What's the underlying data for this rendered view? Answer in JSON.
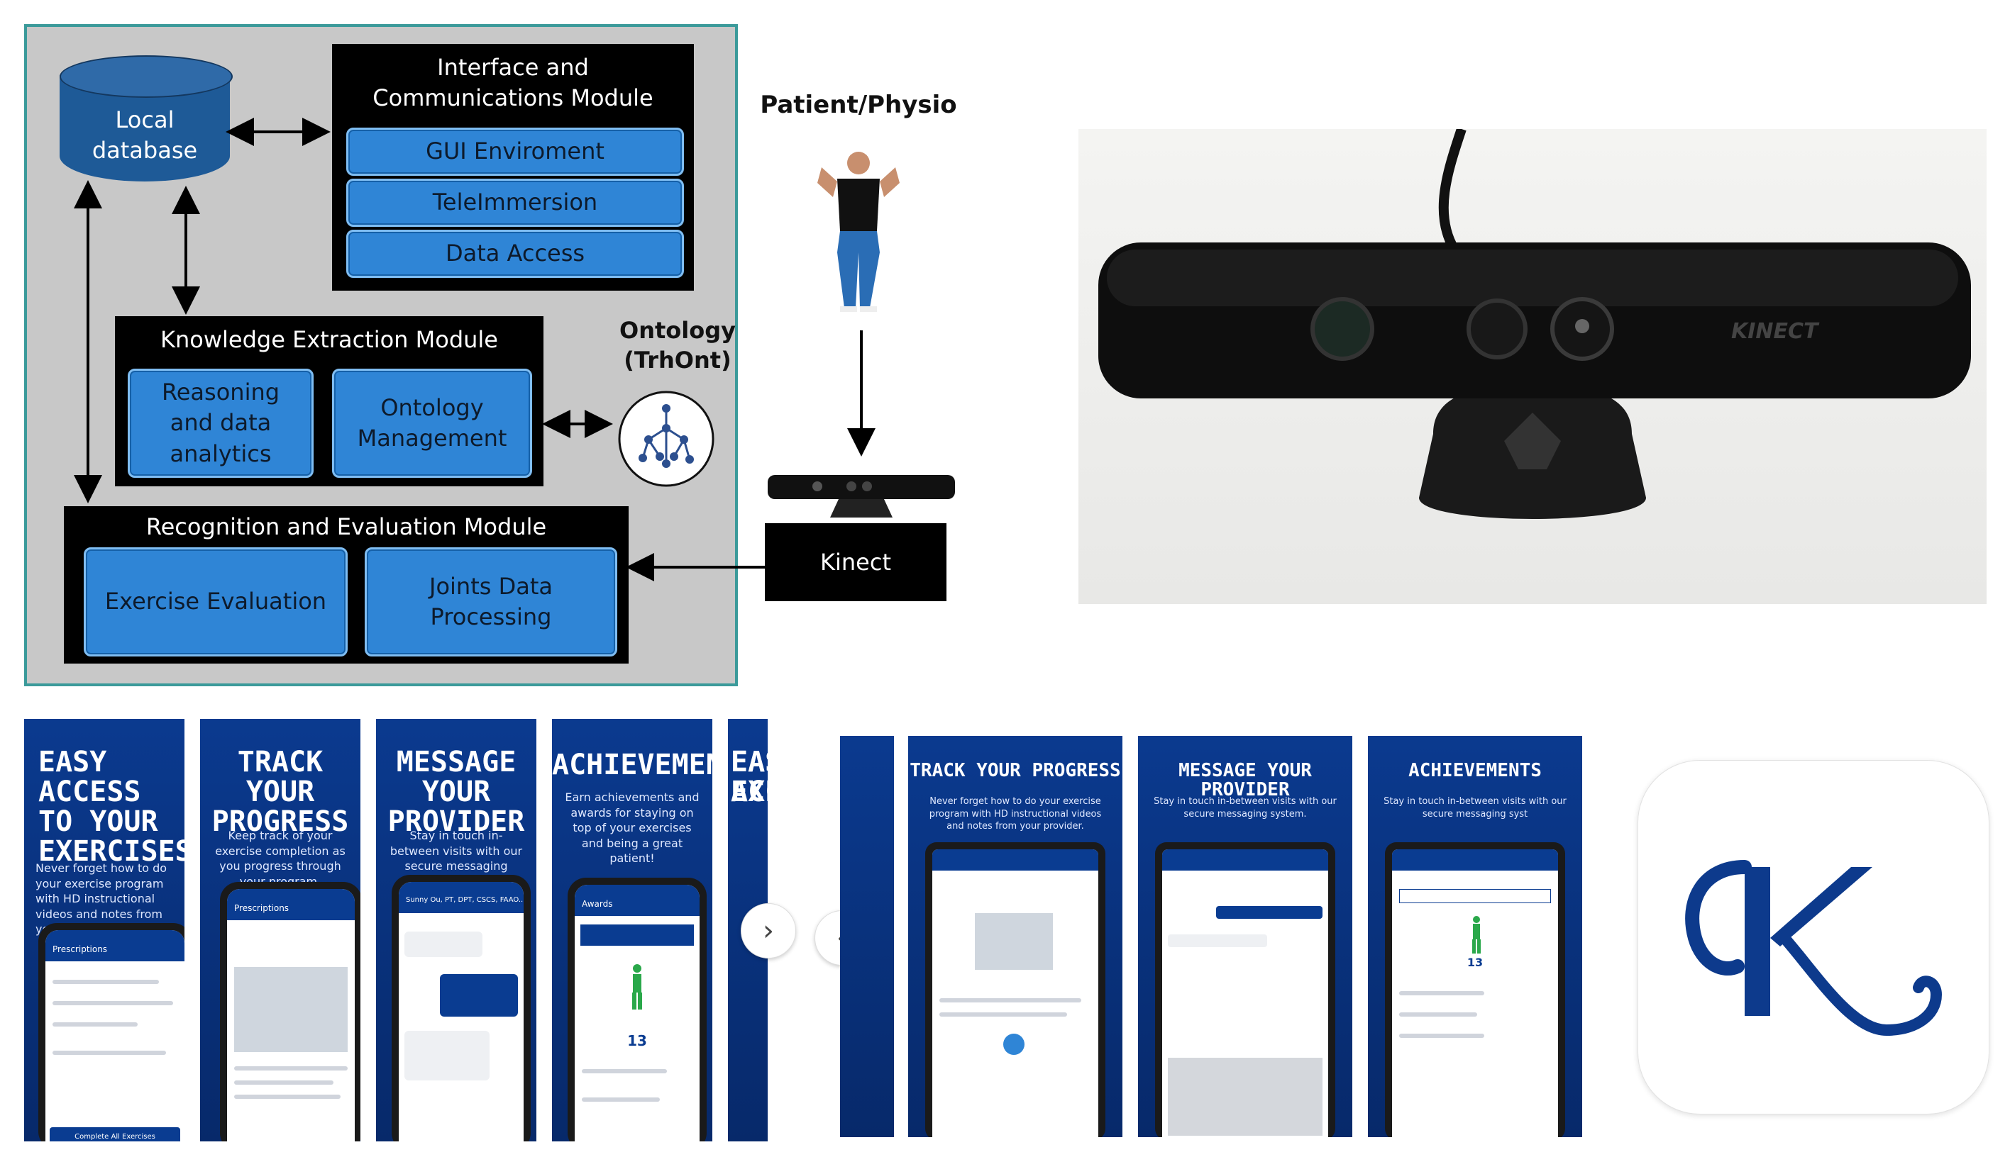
{
  "diagram": {
    "database": {
      "line1": "Local",
      "line2": "database"
    },
    "interface_module": {
      "title_line1": "Interface and",
      "title_line2": "Communications  Module",
      "items": [
        "GUI Enviroment",
        "TeleImmersion",
        "Data Access"
      ]
    },
    "knowledge_module": {
      "title": "Knowledge Extraction Module",
      "reasoning": {
        "line1": "Reasoning",
        "line2": "and data",
        "line3": "analytics"
      },
      "ontology_mgmt": {
        "line1": "Ontology",
        "line2": "Management"
      }
    },
    "recognition_module": {
      "title": "Recognition and Evaluation Module",
      "exercise_eval": "Exercise Evaluation",
      "joints": {
        "line1": "Joints Data",
        "line2": "Processing"
      }
    },
    "ontology_label": {
      "line1": "Ontology",
      "line2": "(TrhOnt)"
    },
    "patient_label": "Patient/Physio",
    "kinect_label": "Kinect"
  },
  "photo": {
    "device_brand": "KINECT"
  },
  "screenshots_phone": [
    {
      "title_lines": [
        "EASY ACCESS",
        "TO YOUR",
        "EXERCISES"
      ],
      "desc": "Never forget how to do your exercise program with HD instructional videos and notes from your provider.",
      "screen_title": "Prescriptions",
      "button": "Complete All Exercises"
    },
    {
      "title_lines": [
        "TRACK YOUR",
        "PROGRESS"
      ],
      "desc": "Keep track of your exercise completion as you progress through your program.",
      "screen_title": "Prescriptions",
      "button": ""
    },
    {
      "title_lines": [
        "MESSAGE YOUR",
        "PROVIDER"
      ],
      "desc": "Stay in touch in-between visits with our secure messaging system.",
      "screen_title": "Sunny Ou, PT, DPT, CSCS, FAAO...",
      "button": ""
    },
    {
      "title_lines": [
        "ACHIEVEMENTS"
      ],
      "desc": "Earn achievements and awards for staying on top of your exercises and being a great patient!",
      "screen_title": "Awards",
      "number": "13",
      "button": ""
    }
  ],
  "screenshots_tablet": [
    {
      "title": "TRACK YOUR PROGRESS",
      "desc": "Never forget how to do your exercise program with HD instructional videos and notes from your provider."
    },
    {
      "title": "MESSAGE YOUR PROVIDER",
      "desc": "Stay in touch in-between visits with our secure messaging system."
    },
    {
      "title": "ACHIEVEMENTS",
      "desc": "Stay in touch in-between visits with our secure messaging syst",
      "number": "13"
    }
  ],
  "partial_panel": {
    "title_lines": [
      "EAS",
      "EXE"
    ]
  },
  "nav": {
    "next": "›",
    "prev": "‹"
  },
  "app_icon": {
    "letter": "K"
  },
  "colors": {
    "module_blue": "#2f85d6",
    "panel_navy": "#0b3a8f",
    "frame_teal": "#3b9a9a",
    "logo_navy": "#0d3a8c"
  }
}
